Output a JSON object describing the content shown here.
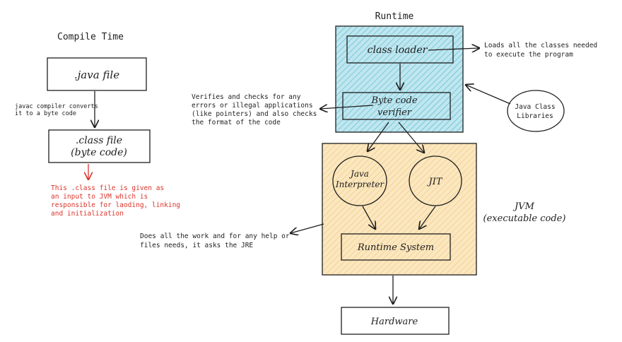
{
  "compile_time": {
    "title": "Compile Time",
    "java_file": ".java file",
    "compiler_note": [
      "javac compiler converts",
      "it to a byte code"
    ],
    "class_file": [
      ".class file",
      "(byte code)"
    ],
    "class_note": [
      "This .class file is given as",
      "an input to JVM which is",
      "responsible for laoding, linking",
      "and initialization"
    ]
  },
  "runtime": {
    "title": "Runtime",
    "class_loader": "class loader",
    "class_loader_note": [
      "Loads all the classes needed",
      "to execute the program"
    ],
    "byte_code_verifier": [
      "Byte code",
      "verifier"
    ],
    "verifier_note": [
      "Verifies and checks for any",
      "errors or illegal applications",
      "(like pointers) and also checks",
      "the format of the code"
    ],
    "java_class_libraries": [
      "Java Class",
      "Libraries"
    ]
  },
  "jvm": {
    "label": [
      "JVM",
      "(executable code)"
    ],
    "java_interpreter": [
      "Java",
      "Interpreter"
    ],
    "jit": "JIT",
    "runtime_system": "Runtime System",
    "runtime_note": [
      "Does all the work and for any help or",
      "files needs, it asks the JRE"
    ]
  },
  "hardware": "Hardware",
  "colors": {
    "runtime_fill": "#bfe6ef",
    "runtime_hatch": "#4fb6cc",
    "jvm_fill": "#fbe7bf",
    "jvm_hatch": "#f0c47a",
    "note_red": "#d9342b"
  }
}
